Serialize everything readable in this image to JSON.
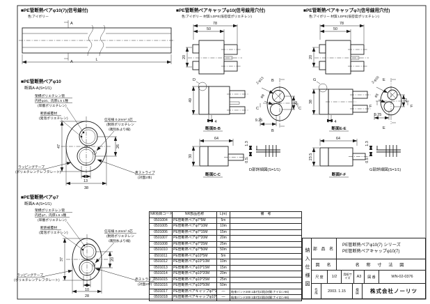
{
  "views": {
    "pipe": {
      "title": "■PE管断熱ペアφ10(7)(信号線付)",
      "color": "色:アイボリー",
      "sec": "A",
      "len": "L"
    },
    "cap10": {
      "title": "■PE管断熱ペアキャップφ10(信号線用穴付)",
      "spec": "色:アイボリー 材質:LDPE(低密度ポリエチレン)",
      "d78": "78",
      "d50": "50",
      "d20": "20"
    },
    "cap7": {
      "title": "■PE管断熱ペアキャップφ7(信号線用穴付)",
      "spec": "色:アイボリー 材質:LDPE(低密度ポリエチレン)",
      "d78": "78",
      "d50": "50",
      "d20": "20"
    },
    "sec10": {
      "title": "■PE管断熱ペアφ10",
      "sub": "断面A-A(S=1/1)",
      "d_h": "47",
      "d_pitch": "26",
      "d_w1": "13",
      "d_w2": "38",
      "c1a": "架橋ポリエチレン管",
      "c1b": "内径φ10、肉厚1.5 1種",
      "c1c": "(単層ポリエチレン)",
      "c2a": "断熱被覆材",
      "c2b": "(発泡ポリエチレン)",
      "c3a": "信号線 0.2mm² 3芯",
      "c3b": "(耐熱ポリエチレン",
      "c3c": "/識別糸より線)",
      "c4a": "ラッピングテープ",
      "c4b": "(ポリエチレンテレフタレート)",
      "c5a": "青ストライプ",
      "c5b": "(対面2本)"
    },
    "sec7": {
      "title": "■PE管断熱ペアφ7",
      "sub": "断面A-A(S=1/1)",
      "d_h": "37",
      "d_pitch": "20",
      "d_w1": "10",
      "d_w2": "28",
      "c1a": "架橋ポリエチレン管",
      "c1b": "内径φ7、肉厚1.5 1種",
      "c1c": "(単層ポリエチレン)",
      "c2a": "断熱被覆材",
      "c2b": "(発泡ポリエチレン)",
      "c3a": "信号線 0.2mm² 3芯",
      "c3b": "(耐熱ポリエチレン",
      "c3c": "/識別糸より線)",
      "c4a": "ラッピングテープ",
      "c4b": "(ポリエチレンテレフタレート)",
      "c5a": "赤ストライプ",
      "c5b": "(対面2本)"
    },
    "bb": {
      "label": "断面B-B",
      "balloon": "D",
      "d_h": "49",
      "d_t": "4"
    },
    "cc": {
      "label": "断面C-C",
      "d_w": "64",
      "d_h": "30"
    },
    "dd": {
      "label": "D部詳細図(S=1/1)",
      "d1": "1.3",
      "d2": "0.5"
    },
    "end10": {
      "holes": "2-φ13",
      "hole2": "φ8",
      "dv": "20",
      "dh": "9.25",
      "s1": "B",
      "s2": "C"
    },
    "ee": {
      "label": "断面E-E",
      "balloon": "G",
      "d_h": "38",
      "d_t": "4"
    },
    "ff": {
      "label": "断面F-F",
      "d_w": "64",
      "d_h": "23.5"
    },
    "gg": {
      "label": "G部詳細図(S=1/1)",
      "d1": "1.3",
      "d2": "0.5"
    },
    "end7": {
      "holes": "2-φ10",
      "hole2": "φ5",
      "dv": "20",
      "dh": "9.25",
      "s1": "E",
      "s2": "F"
    }
  },
  "parts_table": {
    "headers": [
      "NR項目コード",
      "NR部品名称",
      "L(m)",
      "備　考"
    ],
    "rows": [
      {
        "code": "0501004",
        "name": "PE管断熱ペアφ7*5M",
        "len": "5m",
        "note": ""
      },
      {
        "code": "0501005",
        "name": "PE管断熱ペアφ7*10M",
        "len": "10m",
        "note": ""
      },
      {
        "code": "0501006",
        "name": "PE管断熱ペアφ7*15M",
        "len": "15m",
        "note": ""
      },
      {
        "code": "0501007",
        "name": "PE管断熱ペアφ7*20M",
        "len": "20m",
        "note": ""
      },
      {
        "code": "0501008",
        "name": "PE管断熱ペアφ7*25M",
        "len": "25m",
        "note": ""
      },
      {
        "code": "0501010",
        "name": "PE管断熱ペアφ7*50M",
        "len": "50m",
        "note": ""
      },
      {
        "code": "0501011",
        "name": "PE管断熱ペアφ10*5M",
        "len": "5m",
        "note": ""
      },
      {
        "code": "0501012",
        "name": "PE管断熱ペアφ10*10M",
        "len": "10m",
        "note": ""
      },
      {
        "code": "0501013",
        "name": "PE管断熱ペアφ10*15M",
        "len": "15m",
        "note": ""
      },
      {
        "code": "0501014",
        "name": "PE管断熱ペアφ10*20M",
        "len": "20m",
        "note": ""
      },
      {
        "code": "0501015",
        "name": "PE管断熱ペアφ10*25M",
        "len": "25m",
        "note": ""
      },
      {
        "code": "0501016",
        "name": "PE管断熱ペアφ10*50M",
        "len": "50m",
        "note": ""
      },
      {
        "code": "0501017",
        "name": "PE管断熱ペアキャップφ7*1",
        "len": "—",
        "note": "結束バンド200 1本付(1袋)(材質:ナイロン66)"
      },
      {
        "code": "0501018",
        "name": "PE管断熱ペアキャップφ10*1",
        "len": "—",
        "note": "結束バンド200 1本付(1袋)(材質:ナイロン66)"
      }
    ]
  },
  "title_block": {
    "doc_type": "納入仕様図",
    "part_label": "部 品 名",
    "product_line1": "PE管断熱ペアφ10(7) シリーズ",
    "product_line2": "PE管断熱ペアキャップφ10(7)",
    "name_label": "図　名",
    "drawing_name": "名 称 寸 法 図",
    "scale_label": "尺 度",
    "scale": "1/2",
    "paper_label": "用紙サイズ",
    "paper": "A3",
    "no_label": "図 番",
    "drawing_no": "WN-02-0376",
    "created_label": "作成",
    "created_date": "2003. 1.15",
    "checked_label": "検図",
    "company": "株式会社ノーリツ"
  }
}
